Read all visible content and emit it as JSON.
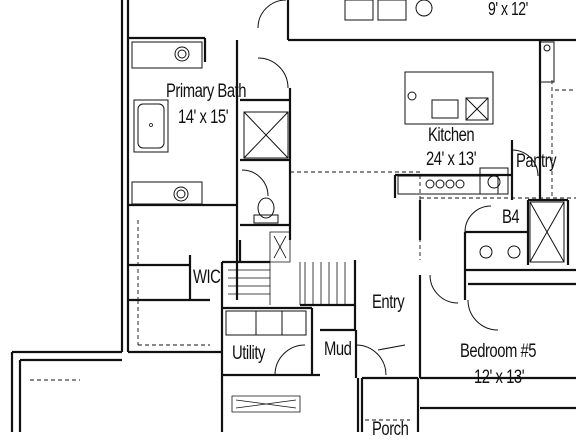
{
  "rooms": {
    "top_dim": "9' x 12'",
    "primary_bath": {
      "name": "Primary Bath",
      "dim": "14' x 15'"
    },
    "kitchen": {
      "name": "Kitchen",
      "dim": "24' x 13'"
    },
    "pantry": "Pantry",
    "b4": "B4",
    "wic": "WIC",
    "entry": "Entry",
    "utility": "Utility",
    "mud": "Mud",
    "bedroom5": {
      "name": "Bedroom #5",
      "dim": "12' x 13'"
    },
    "porch": "Porch"
  }
}
